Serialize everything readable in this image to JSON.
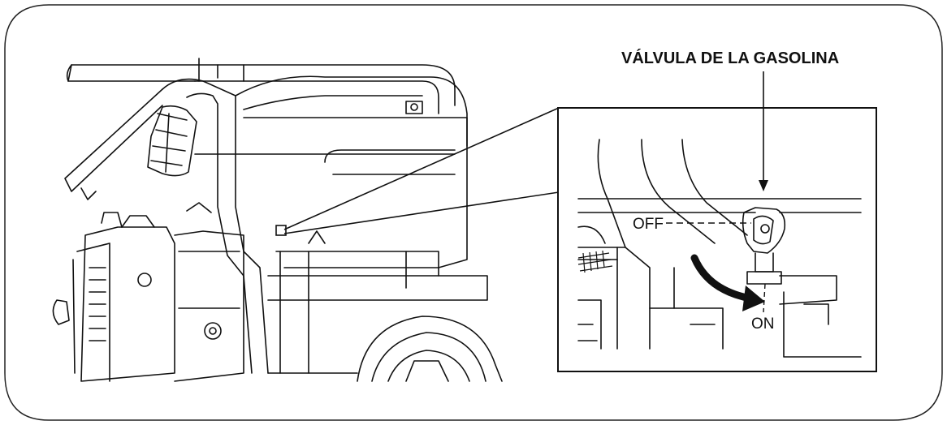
{
  "diagram": {
    "callout_label": "VÁLVULA DE LA GASOLINA",
    "position_off": "OFF",
    "position_on": "ON"
  },
  "colors": {
    "line": "#111111",
    "frame": "#222222",
    "arrow": "#111111",
    "background": "#ffffff"
  }
}
